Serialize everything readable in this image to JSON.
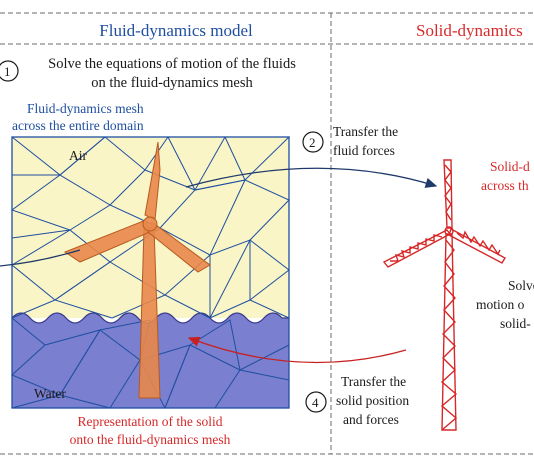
{
  "headers": {
    "fluid": "Fluid-dynamics model",
    "solid": "Solid-dynamics"
  },
  "step1": {
    "number": "1",
    "line1": "Solve the equations of motion of the fluids",
    "line2": "on the fluid-dynamics mesh"
  },
  "mesh_label": {
    "line1": "Fluid-dynamics mesh",
    "line2": "across the entire domain"
  },
  "regions": {
    "air": "Air",
    "water": "Water"
  },
  "step2": {
    "number": "2",
    "line1": "Transfer the",
    "line2": "fluid forces"
  },
  "solid_mesh_label": {
    "line1": "Solid-d",
    "line2": "across th"
  },
  "step3_partial": {
    "line1": "Solve",
    "line2": "motion o",
    "line3": "solid-"
  },
  "step4": {
    "number": "4",
    "line1": "Transfer the",
    "line2": "solid position",
    "line3": "and forces"
  },
  "representation_label": {
    "line1": "Representation of the solid",
    "line2": "onto the fluid-dynamics mesh"
  },
  "colors": {
    "fluid_blue": "#1f4fa0",
    "solid_red": "#d62828",
    "air_fill": "#f9f5c6",
    "water_fill": "#7a7fcf",
    "turbine_orange": "#e8874a"
  }
}
